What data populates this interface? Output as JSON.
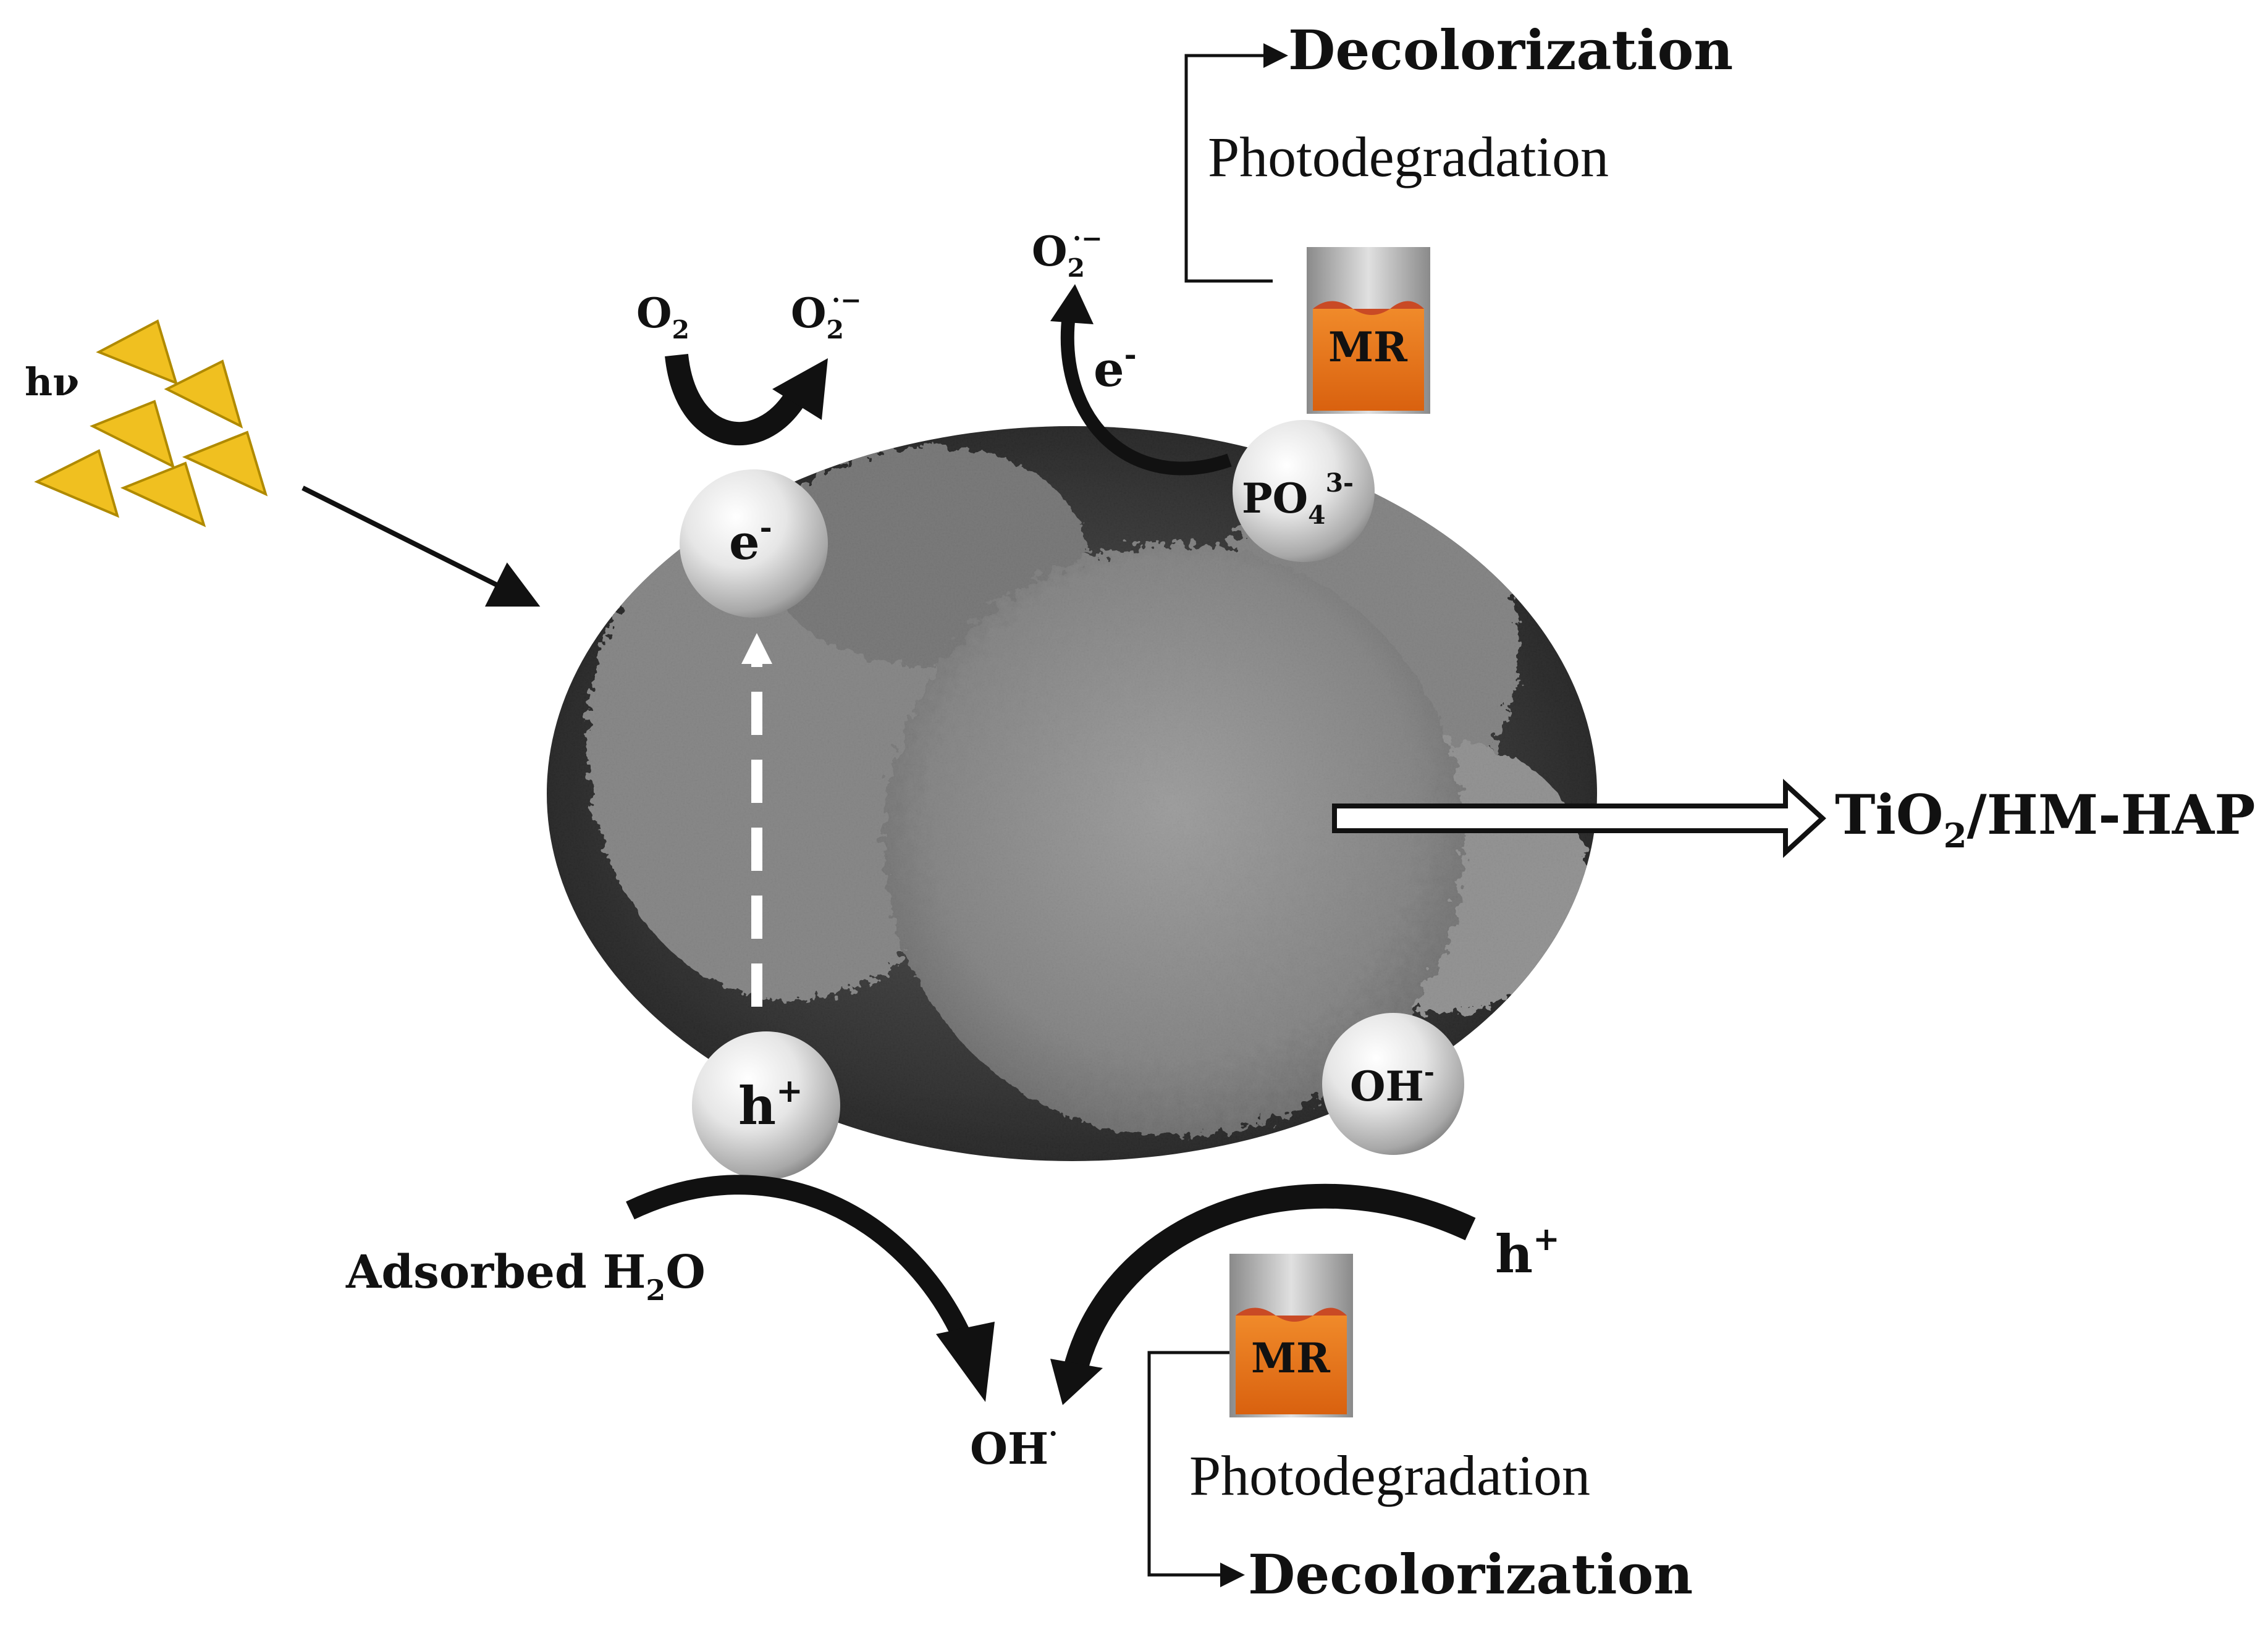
{
  "hv": "hν",
  "top_left": {
    "o2_main": "O",
    "o2_sub": "2",
    "sup_main": "O",
    "sup_sub": "2",
    "sup_sup": "·−"
  },
  "top_right": {
    "sup_main": "O",
    "sup_sub": "2",
    "sup_sup": "·−",
    "electron": "e",
    "electron_sup": "-"
  },
  "top_flow": {
    "decolorization": "Decolorization",
    "photodegradation": "Photodegradation"
  },
  "vials": {
    "label": "MR"
  },
  "particles": {
    "electron": "e",
    "electron_sup": "-",
    "phosphate_main": "PO",
    "phosphate_sub": "4",
    "phosphate_sup": "3-",
    "hole": "h",
    "hole_sup": "+",
    "hydroxide": "OH",
    "hydroxide_sup": "-"
  },
  "material": {
    "main": "TiO",
    "sub": "2",
    "rest": "/HM-HAP"
  },
  "bottom": {
    "adsorbed_main": "Adsorbed H",
    "adsorbed_sub": "2",
    "adsorbed_rest": "O",
    "hole": "h",
    "hole_sup": "+",
    "radical": "OH",
    "radical_sup": "·"
  },
  "bottom_flow": {
    "photodegradation": "Photodegradation",
    "decolorization": "Decolorization"
  },
  "colors": {
    "triangle": "#f0c020",
    "triangle_edge": "#b08a00",
    "vial_liquid": "#e8741a",
    "sem_dark": "#1a1a1a",
    "sem_grey": "#9a9a9a",
    "particle": "#d8d8d8"
  }
}
